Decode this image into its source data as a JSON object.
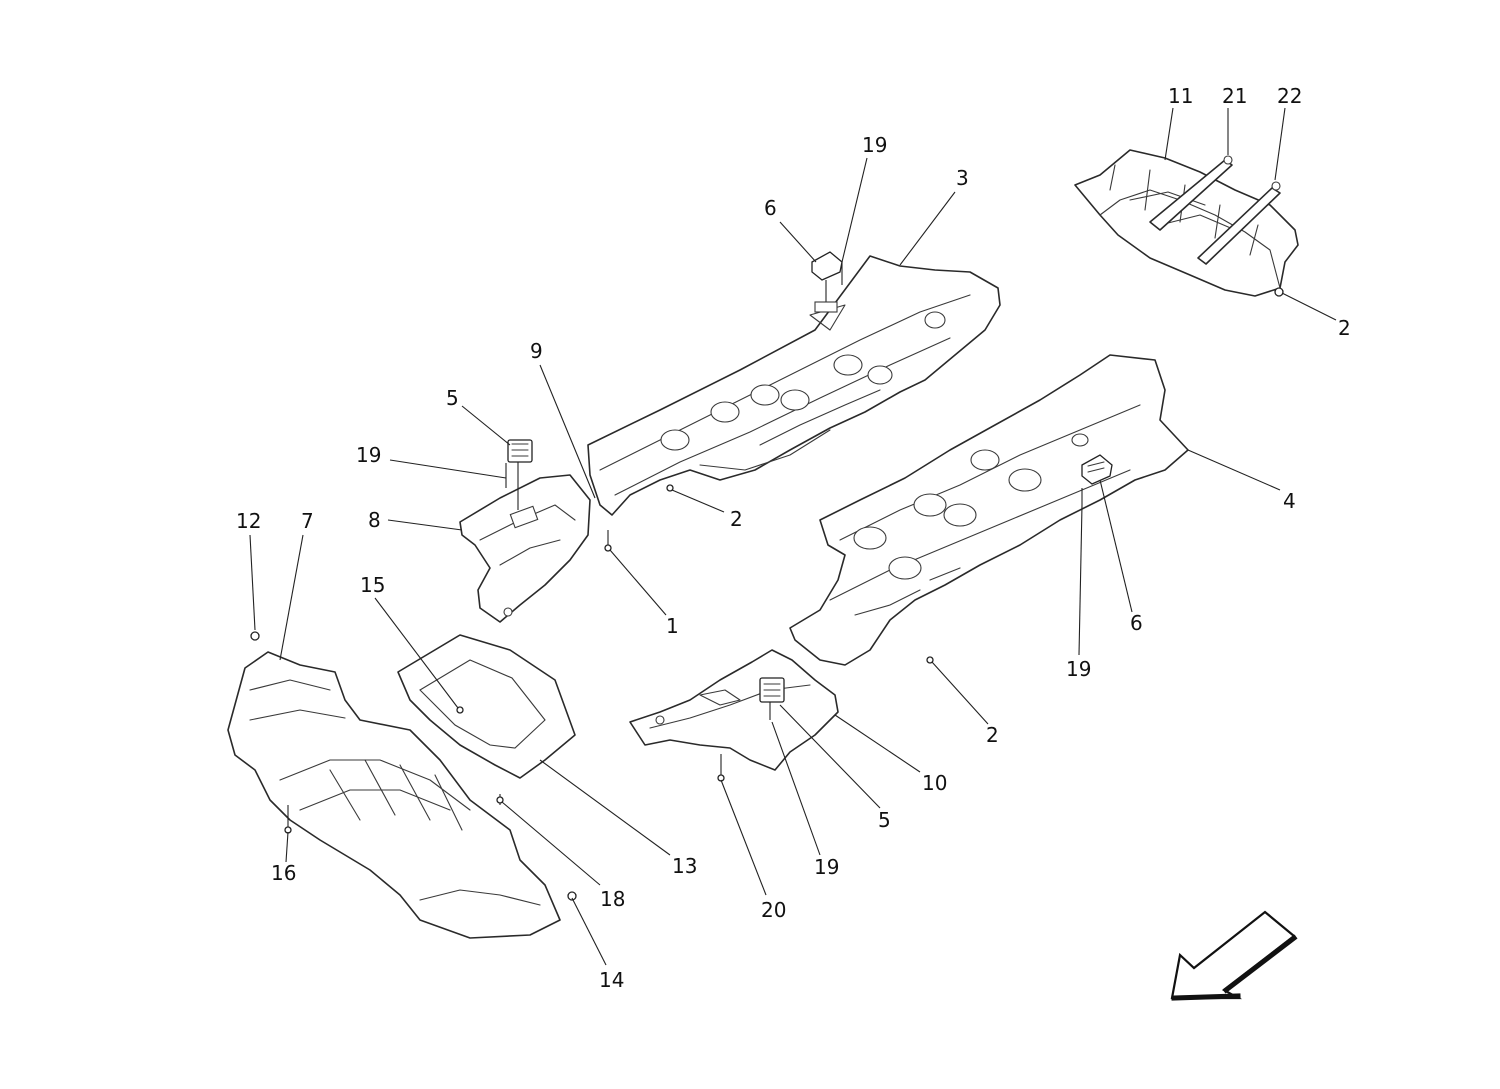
{
  "labels": [
    "1",
    "2",
    "3",
    "4",
    "5",
    "6",
    "7",
    "8",
    "9",
    "10",
    "11",
    "12",
    "13",
    "14",
    "15",
    "16",
    "18",
    "19",
    "20",
    "21",
    "22"
  ],
  "callouts": [
    {
      "n": "11"
    },
    {
      "n": "21"
    },
    {
      "n": "22"
    },
    {
      "n": "2"
    },
    {
      "n": "19"
    },
    {
      "n": "3"
    },
    {
      "n": "6"
    },
    {
      "n": "9"
    },
    {
      "n": "5"
    },
    {
      "n": "19"
    },
    {
      "n": "8"
    },
    {
      "n": "2"
    },
    {
      "n": "1"
    },
    {
      "n": "12"
    },
    {
      "n": "7"
    },
    {
      "n": "15"
    },
    {
      "n": "4"
    },
    {
      "n": "6"
    },
    {
      "n": "19"
    },
    {
      "n": "2"
    },
    {
      "n": "10"
    },
    {
      "n": "5"
    },
    {
      "n": "19"
    },
    {
      "n": "20"
    },
    {
      "n": "13"
    },
    {
      "n": "18"
    },
    {
      "n": "16"
    },
    {
      "n": "14"
    }
  ],
  "colors": {
    "line": "#2a2a2a",
    "background": "#ffffff"
  },
  "icons": {
    "direction": "direction-arrow-icon"
  }
}
